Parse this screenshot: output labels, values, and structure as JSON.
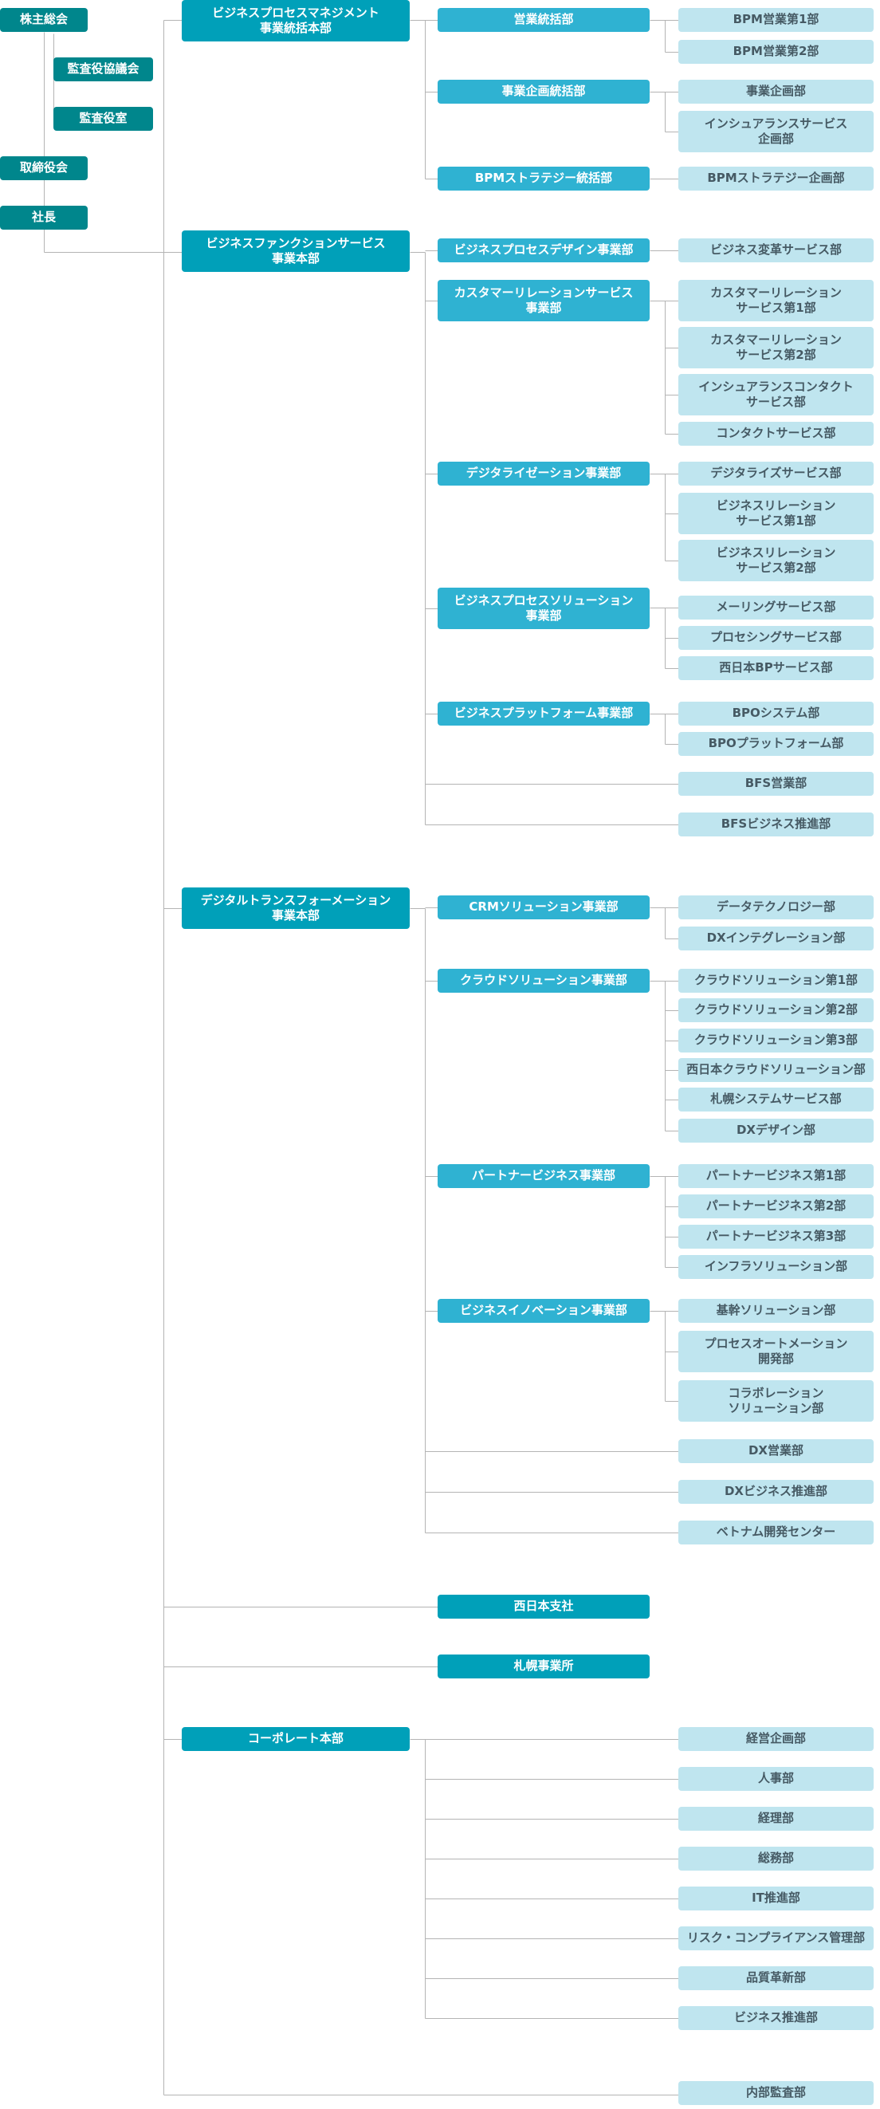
{
  "top": {
    "shareholders": "株主総会",
    "audit_committee": "監査役協議会",
    "auditor_office": "監査役室",
    "board": "取締役会",
    "president": "社長"
  },
  "div_bpm": "ビジネスプロセスマネジメント\n事業統括本部",
  "bpm": {
    "sales": "営業統括部",
    "sales_1": "BPM営業第1部",
    "sales_2": "BPM営業第2部",
    "planning": "事業企画統括部",
    "planning_1": "事業企画部",
    "planning_2": "インシュアランスサービス\n企画部",
    "strategy": "BPMストラテジー統括部",
    "strategy_1": "BPMストラテジー企画部"
  },
  "div_bfs": "ビジネスファンクションサービス\n事業本部",
  "bfs": {
    "design": "ビジネスプロセスデザイン事業部",
    "design_1": "ビジネス変革サービス部",
    "crs": "カスタマーリレーションサービス\n事業部",
    "crs_1": "カスタマーリレーション\nサービス第1部",
    "crs_2": "カスタマーリレーション\nサービス第2部",
    "crs_3": "インシュアランスコンタクト\nサービス部",
    "crs_4": "コンタクトサービス部",
    "digitization": "デジタライゼーション事業部",
    "dig_1": "デジタライズサービス部",
    "dig_2": "ビジネスリレーション\nサービス第1部",
    "dig_3": "ビジネスリレーション\nサービス第2部",
    "solution": "ビジネスプロセスソリューション\n事業部",
    "sol_1": "メーリングサービス部",
    "sol_2": "プロセシングサービス部",
    "sol_3": "西日本BPサービス部",
    "platform": "ビジネスプラットフォーム事業部",
    "plat_1": "BPOシステム部",
    "plat_2": "BPOプラットフォーム部",
    "sales": "BFS営業部",
    "promotion": "BFSビジネス推進部"
  },
  "div_dx": "デジタルトランスフォーメーション\n事業本部",
  "dx": {
    "crm": "CRMソリューション事業部",
    "crm_1": "データテクノロジー部",
    "crm_2": "DXインテグレーション部",
    "cloud": "クラウドソリューション事業部",
    "cloud_1": "クラウドソリューション第1部",
    "cloud_2": "クラウドソリューション第2部",
    "cloud_3": "クラウドソリューション第3部",
    "cloud_4": "西日本クラウドソリューション部",
    "cloud_5": "札幌システムサービス部",
    "cloud_6": "DXデザイン部",
    "partner": "パートナービジネス事業部",
    "partner_1": "パートナービジネス第1部",
    "partner_2": "パートナービジネス第2部",
    "partner_3": "パートナービジネス第3部",
    "partner_4": "インフラソリューション部",
    "innovation": "ビジネスイノベーション事業部",
    "inno_1": "基幹ソリューション部",
    "inno_2": "プロセスオートメーション\n開発部",
    "inno_3": "コラボレーション\nソリューション部",
    "sales": "DX営業部",
    "promotion": "DXビジネス推進部",
    "vietnam": "ベトナム開発センター"
  },
  "west_branch": "西日本支社",
  "sapporo_office": "札幌事業所",
  "div_corp": "コーポレート本部",
  "corp": {
    "planning": "経営企画部",
    "hr": "人事部",
    "accounting": "経理部",
    "general": "総務部",
    "it": "IT推進部",
    "risk": "リスク・コンプライアンス管理部",
    "quality": "品質革新部",
    "promotion": "ビジネス推進部"
  },
  "internal_audit": "内部監査部",
  "colors": {
    "top": "#00868c",
    "division": "#00a0b9",
    "department": "#2fb2d2",
    "section": "#bfe5ef",
    "section_text": "#465a64",
    "line": "#b4b4b4"
  }
}
